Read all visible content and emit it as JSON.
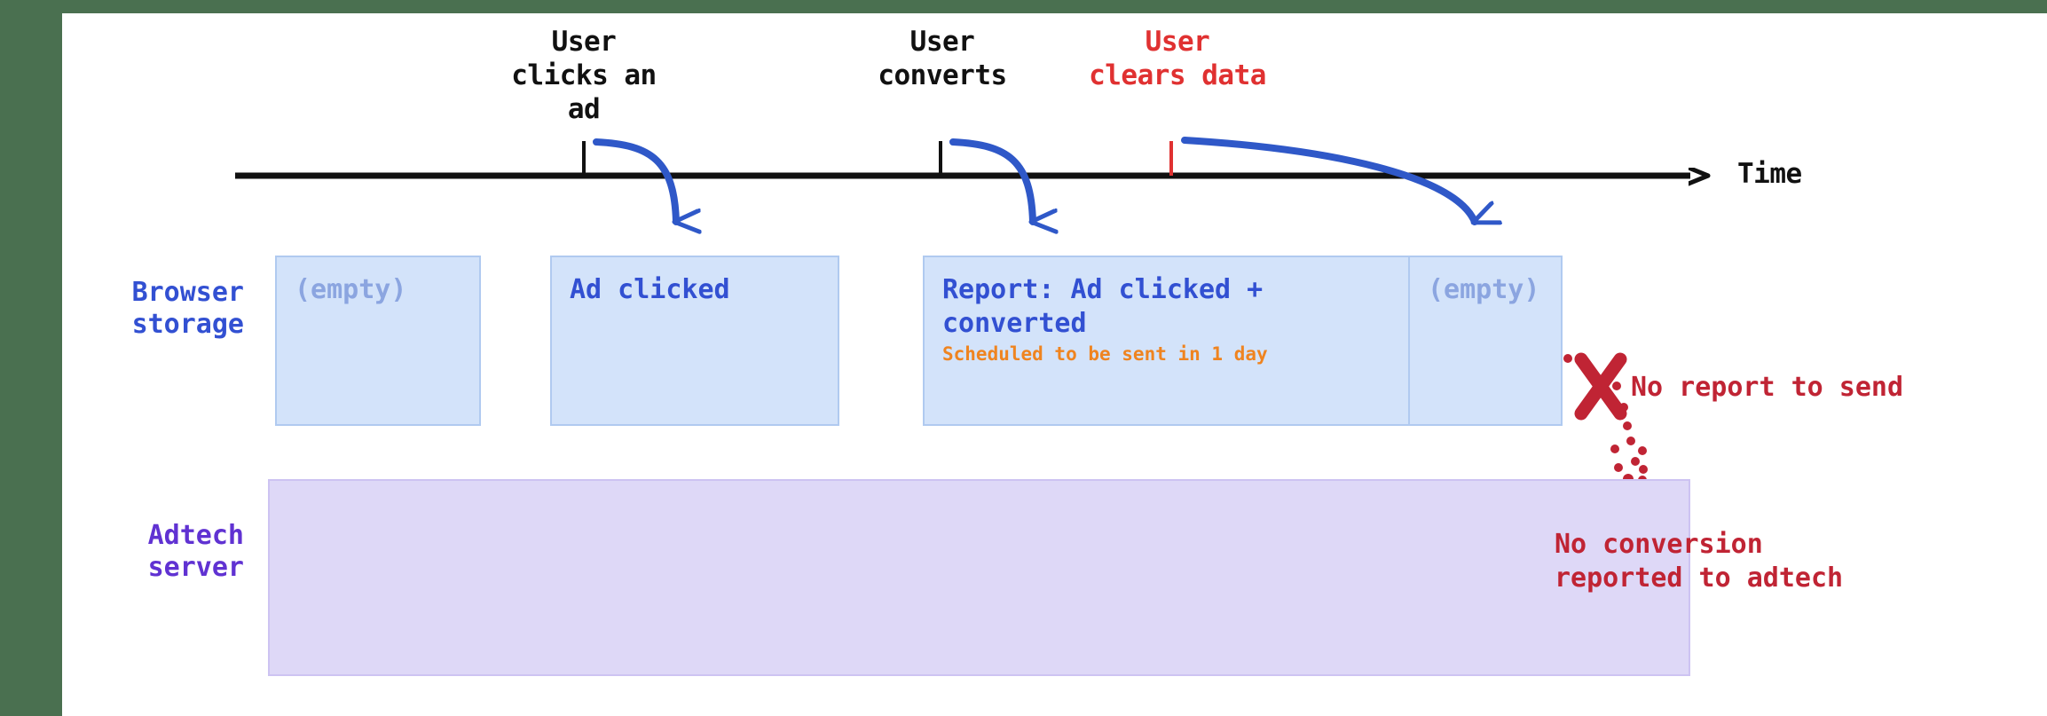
{
  "diagram": {
    "title": "Ad attribution reporting timeline with user data clearing",
    "colors": {
      "frame_green": "#4a7050",
      "browser_blue": "#3250d2",
      "browser_box_fill": "#d3e3fa",
      "browser_box_border": "#b0caf0",
      "adtech_purple": "#6032d2",
      "adtech_box_fill": "#ded8f7",
      "adtech_box_border": "#cdc3f2",
      "alert_red": "#c02434",
      "event_red": "#e03131",
      "schedule_orange": "#ef8420",
      "timeline_black": "#111111",
      "muted_blue": "#8ba5e0"
    },
    "timeline": {
      "axis_label": "Time",
      "events": [
        {
          "id": "click",
          "label": "User\nclicks an ad",
          "color": "black",
          "tick_x": 658
        },
        {
          "id": "convert",
          "label": "User\nconverts",
          "color": "black",
          "tick_x": 1060
        },
        {
          "id": "clear",
          "label": "User\nclears data",
          "color": "red",
          "tick_x": 1320
        }
      ]
    },
    "rows": [
      {
        "id": "browser",
        "label": "Browser\nstorage"
      },
      {
        "id": "adtech",
        "label": "Adtech\nserver"
      }
    ],
    "browser_storage_states": [
      {
        "id": "state-initial",
        "text": "(empty)",
        "muted": true,
        "sub": ""
      },
      {
        "id": "state-clicked",
        "text": "Ad clicked",
        "muted": false,
        "sub": ""
      },
      {
        "id": "state-report",
        "text": "Report:\nAd clicked + converted",
        "muted": false,
        "sub": "Scheduled to be sent in 1 day"
      },
      {
        "id": "state-cleared",
        "text": "(empty)",
        "muted": true,
        "sub": ""
      }
    ],
    "annotations": [
      {
        "id": "no-report",
        "text": "No report to send"
      },
      {
        "id": "no-conversion",
        "text": "No conversion\nreported to adtech"
      }
    ]
  }
}
